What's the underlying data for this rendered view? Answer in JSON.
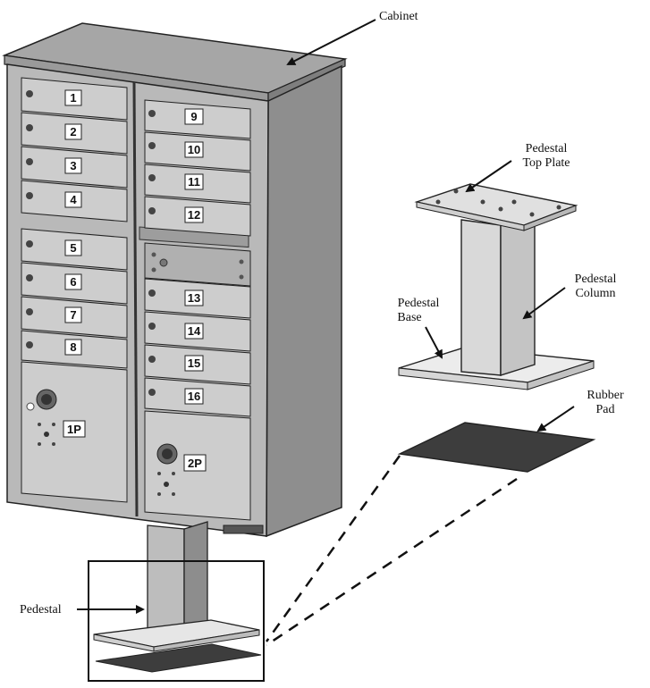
{
  "labels": {
    "cabinet": "Cabinet",
    "top_plate_1": "Pedestal",
    "top_plate_2": "Top Plate",
    "column_1": "Pedestal",
    "column_2": "Column",
    "base_1": "Pedestal",
    "base_2": "Base",
    "rubber_1": "Rubber",
    "rubber_2": "Pad",
    "pedestal": "Pedestal"
  },
  "compartments": {
    "left": [
      "1",
      "2",
      "3",
      "4",
      "5",
      "6",
      "7",
      "8"
    ],
    "right": [
      "9",
      "10",
      "11",
      "12",
      "13",
      "14",
      "15",
      "16"
    ],
    "parcel_left": "1P",
    "parcel_right": "2P"
  },
  "colors": {
    "cabinet_front": "#b9b9b9",
    "cabinet_side": "#8e8e8e",
    "cabinet_top": "#a6a6a6",
    "door": "#cdcdcd",
    "rubber_pad": "#3d3d3d",
    "plate": "#e6e6e6",
    "outline": "#222222"
  }
}
